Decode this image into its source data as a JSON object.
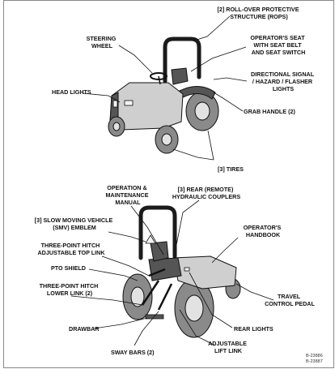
{
  "top_labels": {
    "rops": [
      "[2] ROLL-OVER PROTECTIVE",
      "STRUCTURE (ROPS)"
    ],
    "steering": [
      "STEERING",
      "WHEEL"
    ],
    "seat": [
      "OPERATOR'S SEAT",
      "WITH SEAT BELT",
      "AND SEAT SWITCH"
    ],
    "signal": [
      "DIRECTIONAL SIGNAL",
      "/ HAZARD / FLASHER",
      "LIGHTS"
    ],
    "headlights": [
      "HEAD LIGHTS"
    ],
    "grab": [
      "GRAB HANDLE (2)"
    ],
    "tires": [
      "[3] TIRES"
    ]
  },
  "bottom_labels": {
    "manual": [
      "OPERATION &",
      "MAINTENANCE",
      "MANUAL"
    ],
    "couplers": [
      "[3] REAR (REMOTE)",
      "HYDRAULIC COUPLERS"
    ],
    "smv": [
      "[3] SLOW MOVING VEHICLE",
      "(SMV) EMBLEM"
    ],
    "handbook": [
      "OPERATOR'S",
      "HANDBOOK"
    ],
    "toplink": [
      "THREE-POINT HITCH",
      "ADJUSTABLE TOP LINK"
    ],
    "pto": [
      "PTO SHIELD"
    ],
    "lowerlink": [
      "THREE-POINT HITCH",
      "LOWER LINK (2)"
    ],
    "pedal": [
      "TRAVEL",
      "CONTROL PEDAL"
    ],
    "drawbar": [
      "DRAWBAR"
    ],
    "rearlights": [
      "REAR LIGHTS"
    ],
    "liftlink": [
      "ADJUSTABLE",
      "LIFT LINK"
    ],
    "sway": [
      "SWAY BARS (2)"
    ]
  },
  "codes": [
    "B-23886",
    "B-23887"
  ]
}
